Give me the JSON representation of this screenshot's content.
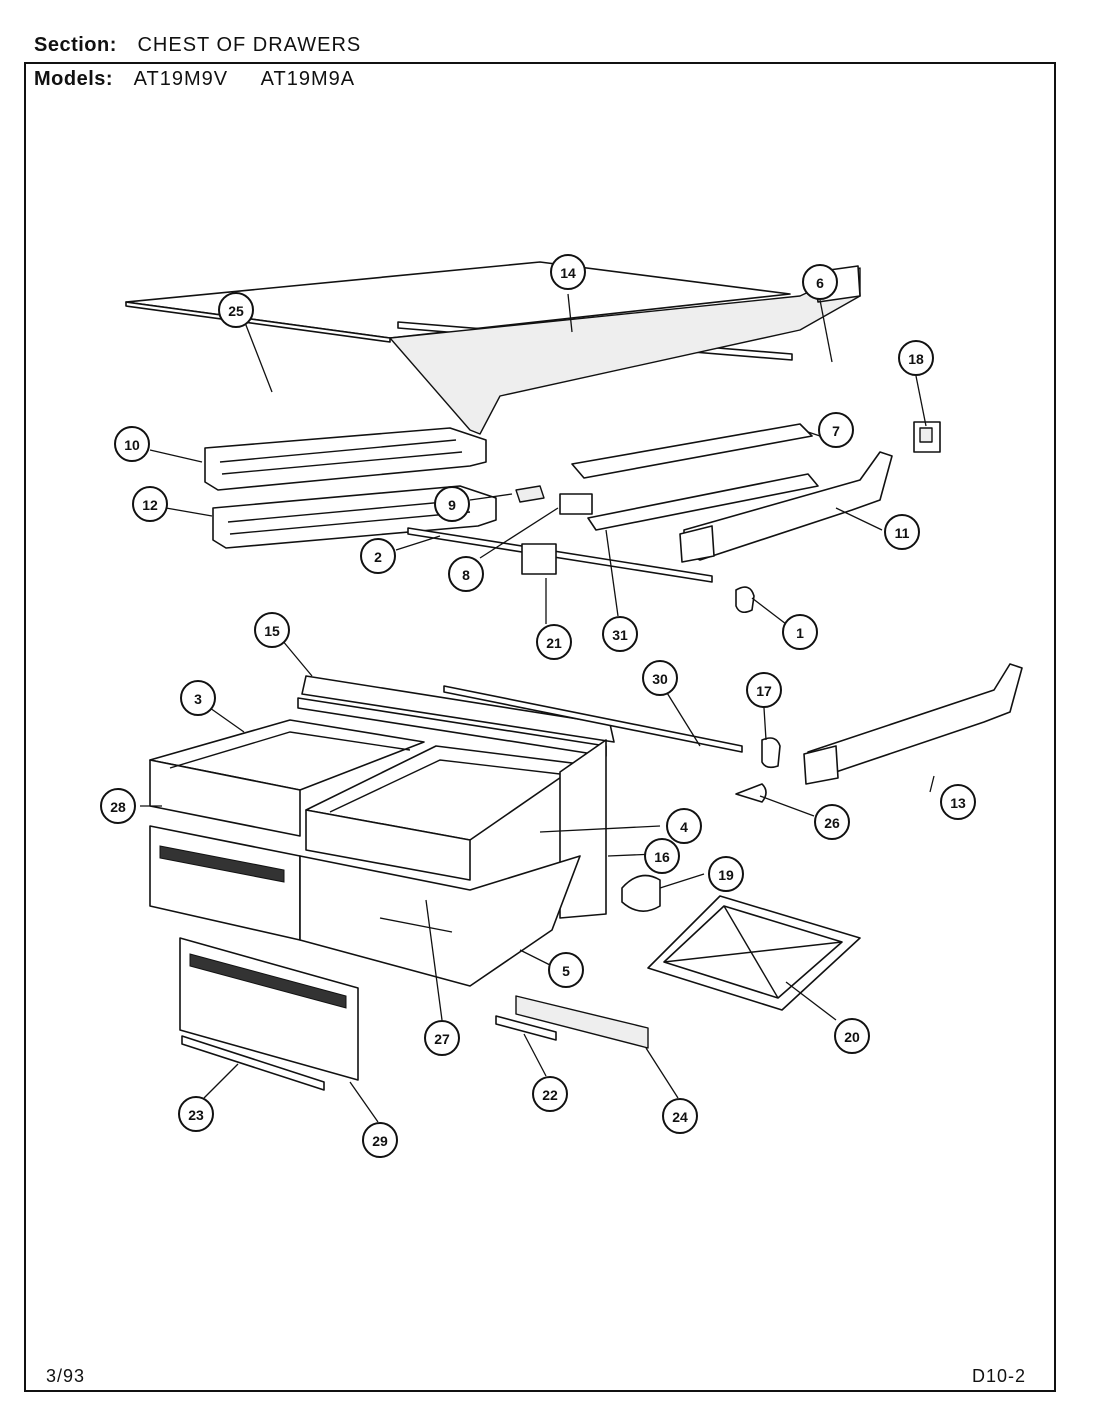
{
  "header": {
    "section_label": "Section:",
    "section_value": "CHEST OF DRAWERS",
    "models_label": "Models:",
    "model_1": "AT19M9V",
    "model_2": "AT19M9A"
  },
  "footer": {
    "date": "3/93",
    "page_code": "D10-2"
  },
  "callouts": [
    "25",
    "14",
    "6",
    "18",
    "10",
    "7",
    "12",
    "9",
    "11",
    "2",
    "8",
    "21",
    "31",
    "1",
    "15",
    "30",
    "3",
    "17",
    "13",
    "28",
    "4",
    "26",
    "16",
    "19",
    "5",
    "20",
    "27",
    "22",
    "24",
    "23",
    "29"
  ]
}
